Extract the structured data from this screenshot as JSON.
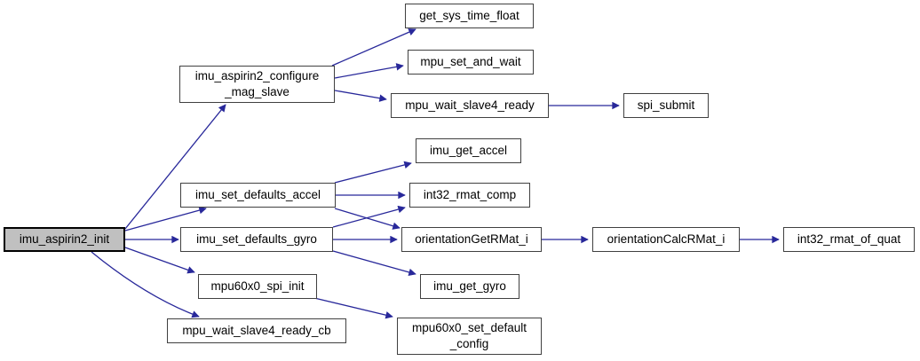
{
  "graph": {
    "type": "call-graph",
    "nodes": [
      {
        "id": "imu_aspirin2_init",
        "label": "imu_aspirin2_init",
        "highlighted": true
      },
      {
        "id": "imu_aspirin2_configure_mag_slave",
        "label": "imu_aspirin2_configure\n_mag_slave",
        "highlighted": false
      },
      {
        "id": "get_sys_time_float",
        "label": "get_sys_time_float",
        "highlighted": false
      },
      {
        "id": "mpu_set_and_wait",
        "label": "mpu_set_and_wait",
        "highlighted": false
      },
      {
        "id": "mpu_wait_slave4_ready",
        "label": "mpu_wait_slave4_ready",
        "highlighted": false
      },
      {
        "id": "spi_submit",
        "label": "spi_submit",
        "highlighted": false
      },
      {
        "id": "imu_get_accel",
        "label": "imu_get_accel",
        "highlighted": false
      },
      {
        "id": "imu_set_defaults_accel",
        "label": "imu_set_defaults_accel",
        "highlighted": false
      },
      {
        "id": "int32_rmat_comp",
        "label": "int32_rmat_comp",
        "highlighted": false
      },
      {
        "id": "imu_set_defaults_gyro",
        "label": "imu_set_defaults_gyro",
        "highlighted": false
      },
      {
        "id": "orientationGetRMat_i",
        "label": "orientationGetRMat_i",
        "highlighted": false
      },
      {
        "id": "orientationCalcRMat_i",
        "label": "orientationCalcRMat_i",
        "highlighted": false
      },
      {
        "id": "int32_rmat_of_quat",
        "label": "int32_rmat_of_quat",
        "highlighted": false
      },
      {
        "id": "imu_get_gyro",
        "label": "imu_get_gyro",
        "highlighted": false
      },
      {
        "id": "mpu60x0_spi_init",
        "label": "mpu60x0_spi_init",
        "highlighted": false
      },
      {
        "id": "mpu_wait_slave4_ready_cb",
        "label": "mpu_wait_slave4_ready_cb",
        "highlighted": false
      },
      {
        "id": "mpu60x0_set_default_config",
        "label": "mpu60x0_set_default\n_config",
        "highlighted": false
      }
    ],
    "edges": [
      {
        "from": "imu_aspirin2_init",
        "to": "imu_aspirin2_configure_mag_slave"
      },
      {
        "from": "imu_aspirin2_init",
        "to": "imu_set_defaults_accel"
      },
      {
        "from": "imu_aspirin2_init",
        "to": "imu_set_defaults_gyro"
      },
      {
        "from": "imu_aspirin2_init",
        "to": "mpu60x0_spi_init"
      },
      {
        "from": "imu_aspirin2_init",
        "to": "mpu_wait_slave4_ready_cb"
      },
      {
        "from": "imu_aspirin2_configure_mag_slave",
        "to": "get_sys_time_float"
      },
      {
        "from": "imu_aspirin2_configure_mag_slave",
        "to": "mpu_set_and_wait"
      },
      {
        "from": "imu_aspirin2_configure_mag_slave",
        "to": "mpu_wait_slave4_ready"
      },
      {
        "from": "mpu_wait_slave4_ready",
        "to": "spi_submit"
      },
      {
        "from": "imu_set_defaults_accel",
        "to": "imu_get_accel"
      },
      {
        "from": "imu_set_defaults_accel",
        "to": "int32_rmat_comp"
      },
      {
        "from": "imu_set_defaults_accel",
        "to": "orientationGetRMat_i"
      },
      {
        "from": "imu_set_defaults_gyro",
        "to": "int32_rmat_comp"
      },
      {
        "from": "imu_set_defaults_gyro",
        "to": "orientationGetRMat_i"
      },
      {
        "from": "imu_set_defaults_gyro",
        "to": "imu_get_gyro"
      },
      {
        "from": "orientationGetRMat_i",
        "to": "orientationCalcRMat_i"
      },
      {
        "from": "orientationCalcRMat_i",
        "to": "int32_rmat_of_quat"
      },
      {
        "from": "mpu60x0_spi_init",
        "to": "mpu60x0_set_default_config"
      }
    ]
  },
  "colors": {
    "edge": "#28289a",
    "node_border": "#404040",
    "node_fill": "#ffffff",
    "highlight_fill": "#c0c0c0",
    "highlight_border": "#000000",
    "background": "#ffffff",
    "text": "#000000"
  }
}
